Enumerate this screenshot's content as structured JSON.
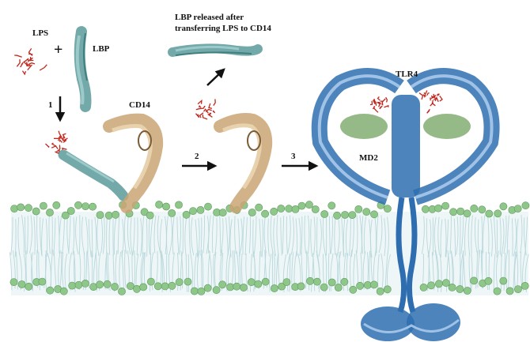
{
  "labels": {
    "lps": "LPS",
    "plus": "+",
    "lbp": "LBP",
    "cd14": "CD14",
    "tlr4": "TLR4",
    "md2": "MD2",
    "step1": "1",
    "step2": "2",
    "step3": "3",
    "note_line1": "LBP released after",
    "note_line2": "transferring  LPS to CD14"
  },
  "colors": {
    "lps": "#c0281e",
    "lbp": "#6fa8a8",
    "cd14": "#d9b98a",
    "tlr4": "#2e6eb0",
    "md2": "#8ab27a",
    "lipid_head": "#8fc78a",
    "lipid_tail": "#b9d8dc",
    "arrow": "#111111"
  },
  "icons": {
    "step1_arrow": "arrow-down",
    "step2_arrow": "arrow-right",
    "step3_arrow": "arrow-right",
    "release_arrow": "arrow-up-right"
  }
}
